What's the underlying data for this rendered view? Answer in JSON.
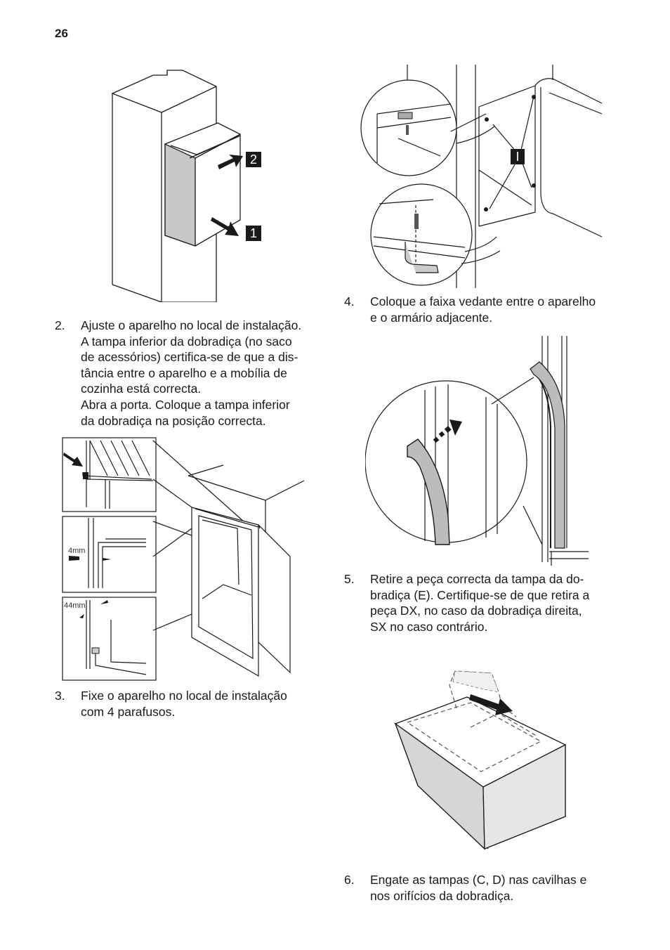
{
  "page": {
    "number": "26"
  },
  "steps": [
    {
      "num": "2.",
      "text": "Ajuste o aparelho no local de instalação.\nA tampa inferior da dobradiça (no saco\nde acessórios) certifica-se de que a dis-\ntância entre o aparelho e a mobília de\ncozinha está correcta.\nAbra a porta. Coloque a tampa inferior\nda dobradiça na posição correcta."
    },
    {
      "num": "3.",
      "text": "Fixe o aparelho no local de instalação\ncom 4 parafusos."
    },
    {
      "num": "4.",
      "text": "Coloque a faixa vedante entre o aparelho\ne o armário adjacente."
    },
    {
      "num": "5.",
      "text": "Retire a peça correcta da tampa da do-\nbradiça (E). Certifique-se de que retira a\npeça DX, no caso da dobradiça direita,\nSX no caso contrário."
    },
    {
      "num": "6.",
      "text": "Engate as tampas (C, D) nas cavilhas e\nnos orifícios da dobradiça."
    }
  ],
  "figures": {
    "fig1": {
      "label_2": "2",
      "label_1": "1"
    },
    "fig2": {
      "dim_4mm": "4mm",
      "dim_44mm": "44mm"
    },
    "fig3": {
      "label_i": "I"
    }
  }
}
